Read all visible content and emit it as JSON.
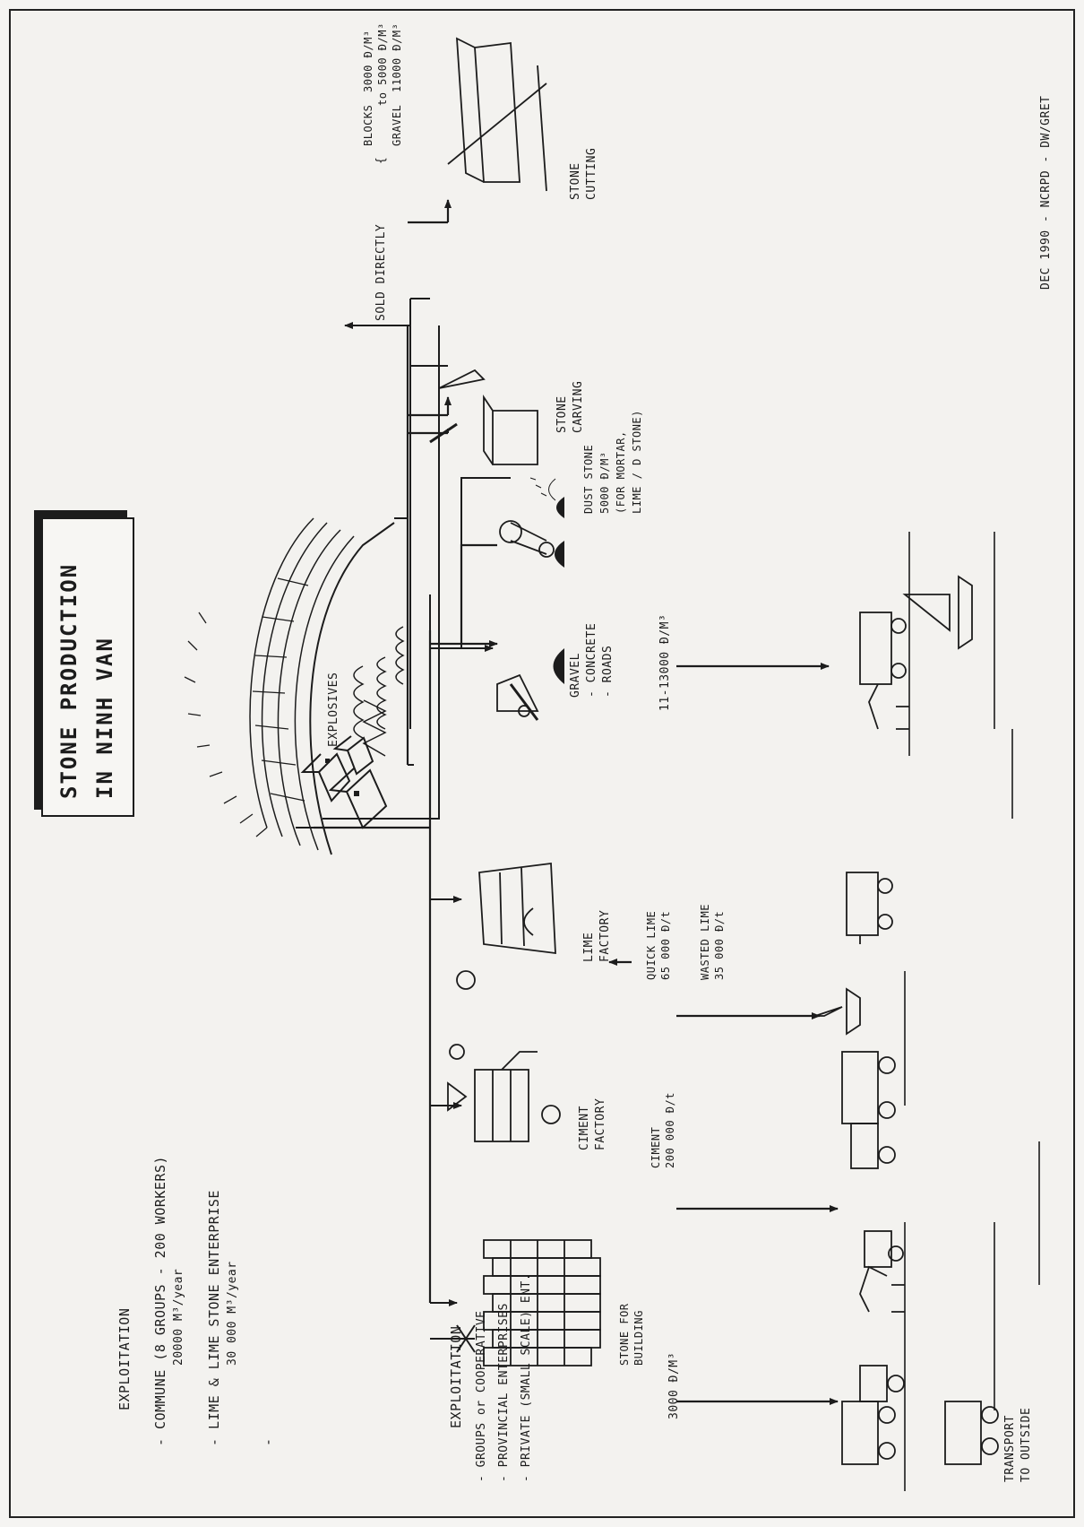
{
  "title": {
    "line1": "STONE PRODUCTION",
    "line2": "IN NINH VAN"
  },
  "exploitation_a": {
    "heading": "EXPLOITATION",
    "items": [
      {
        "bullet": "-",
        "line1": "COMMUNE (8 GROUPS - 200 WORKERS)",
        "line2": "20000 M³/year"
      },
      {
        "bullet": "-",
        "line1": "LIME & LIME STONE ENTERPRISE",
        "line2": "30 000 M³/year"
      }
    ],
    "extra_bullet": "-"
  },
  "exploitation_b": {
    "heading": "EXPLOITATION",
    "items": [
      "- GROUPS or COOPERATIVE",
      "- PROVINCIAL ENTERPRISES",
      "- PRIVATE (SMALL SCALE) ENT."
    ]
  },
  "explosives_label": "EXPLOSIVES",
  "sold_directly": {
    "label": "SOLD DIRECTLY",
    "blocks_label": "BLOCKS",
    "blocks_price_1": "3000 Đ/M³",
    "blocks_price_2": "to 5000 Đ/M³",
    "gravel_label": "GRAVEL",
    "gravel_price": "11000 Đ/M³"
  },
  "stone_cutting": {
    "line1": "STONE",
    "line2": "CUTTING"
  },
  "stone_carving": {
    "line1": "STONE",
    "line2": "CARVING"
  },
  "dust_stone": {
    "line1": "DUST STONE",
    "line2": "5000 Đ/M³",
    "line3": "(FOR MORTAR,",
    "line4": "LIME / D STONE)"
  },
  "gravel_use": {
    "line1": "GRAVEL",
    "line2": "- CONCRETE",
    "line3": "- ROADS"
  },
  "gravel_price": "11-13000 Đ/M³",
  "lime_factory": {
    "line1": "LIME",
    "line2": "FACTORY"
  },
  "quick_lime": {
    "line1": "QUICK LIME",
    "line2": "65 000 Đ/t"
  },
  "wasted_lime": {
    "line1": "WASTED LIME",
    "line2": "35 000 Đ/t"
  },
  "ciment_factory": {
    "line1": "CIMENT",
    "line2": "FACTORY"
  },
  "ciment_price": {
    "line1": "CIMENT",
    "line2": "200 000 Đ/t"
  },
  "stone_building": {
    "line1": "STONE FOR",
    "line2": "BUILDING"
  },
  "stone_building_price": "3000 Đ/M³",
  "transport": {
    "line1": "TRANSPORT",
    "line2": "TO OUTSIDE"
  },
  "credit": "DEC 1990 - NCRPD - DW/GRET"
}
